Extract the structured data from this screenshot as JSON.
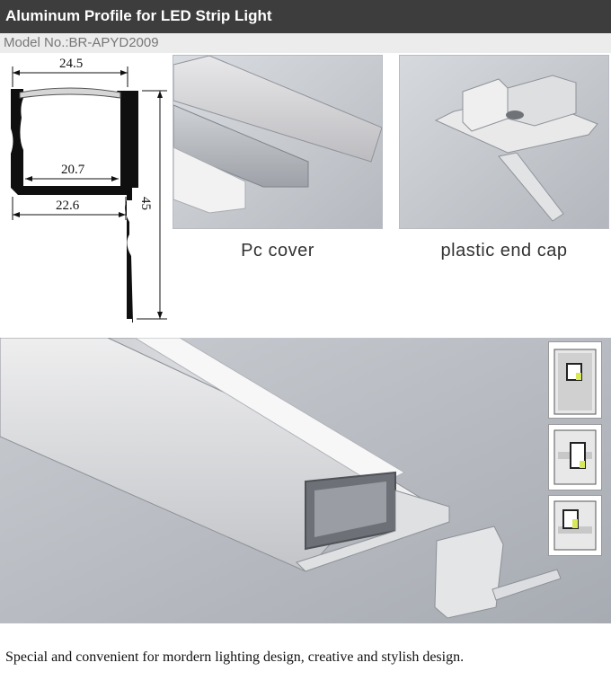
{
  "header": {
    "title": "Aluminum Profile for LED Strip Light"
  },
  "model": {
    "text": "Model No.:BR-APYD2009"
  },
  "drawing": {
    "dimensions": {
      "top_width": "24.5",
      "inner_width": "20.7",
      "bottom_width": "22.6",
      "height": "45"
    }
  },
  "photos": {
    "cover_caption": "Pc cover",
    "end_cap_caption": "plastic end cap"
  },
  "footer": {
    "description": "Special and convenient for mordern lighting design, creative and stylish design."
  },
  "colors": {
    "header_bg": "#3d3d3d",
    "model_bg": "#ececec",
    "led_accent": "#d8e85a"
  }
}
